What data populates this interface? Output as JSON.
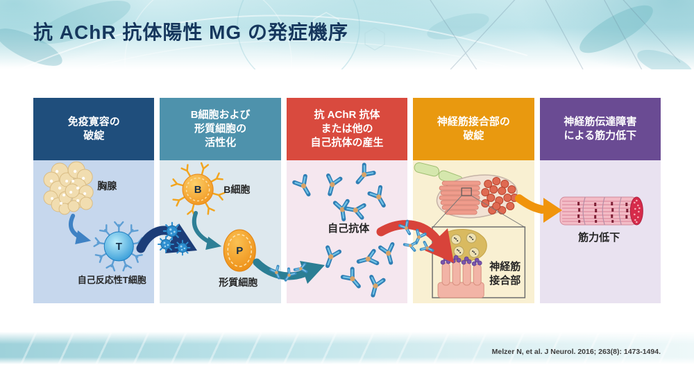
{
  "title": "抗 AChR 抗体陽性 MG の発症機序",
  "citation": "Melzer N, et al. J Neurol. 2016; 263(8): 1473-1494.",
  "accent_colors": {
    "title_navy": "#16375d",
    "banner_teal": "#c2e6ec",
    "flow_arrow_navy": "#1c3d78",
    "flow_arrow_teal": "#2b7e94",
    "flow_arrow_red": "#d8433a",
    "flow_arrow_orange": "#f0940c",
    "antibody_blue": "#4898cc"
  },
  "columns": [
    {
      "header": "免疫寛容の\n破綻",
      "header_color": "#1f4e7c",
      "body_color": "#c6d7ed",
      "labels": {
        "thymus": "胸腺",
        "autoreactive_t_cell": "自己反応性T細胞"
      },
      "cell_letter": "T"
    },
    {
      "header": "B細胞および\n形質細胞の\n活性化",
      "header_color": "#4e92ac",
      "body_color": "#dde8ee",
      "labels": {
        "b_cell": "B細胞",
        "plasma_cell": "形質細胞"
      },
      "b_letter": "B",
      "p_letter": "P"
    },
    {
      "header": "抗 AChR 抗体\nまたは他の\n自己抗体の産生",
      "header_color": "#d94a3e",
      "body_color": "#f5e7ef",
      "labels": {
        "autoantibody": "自己抗体"
      }
    },
    {
      "header": "神経筋接合部の\n破綻",
      "header_color": "#e9990f",
      "body_color": "#f9f0d2",
      "labels": {
        "nmj_line1": "神経筋",
        "nmj_line2": "接合部"
      }
    },
    {
      "header": "神経筋伝達障害\nによる筋力低下",
      "header_color": "#6a4b93",
      "body_color": "#e9e2f0",
      "labels": {
        "weakness": "筋力低下"
      }
    }
  ]
}
